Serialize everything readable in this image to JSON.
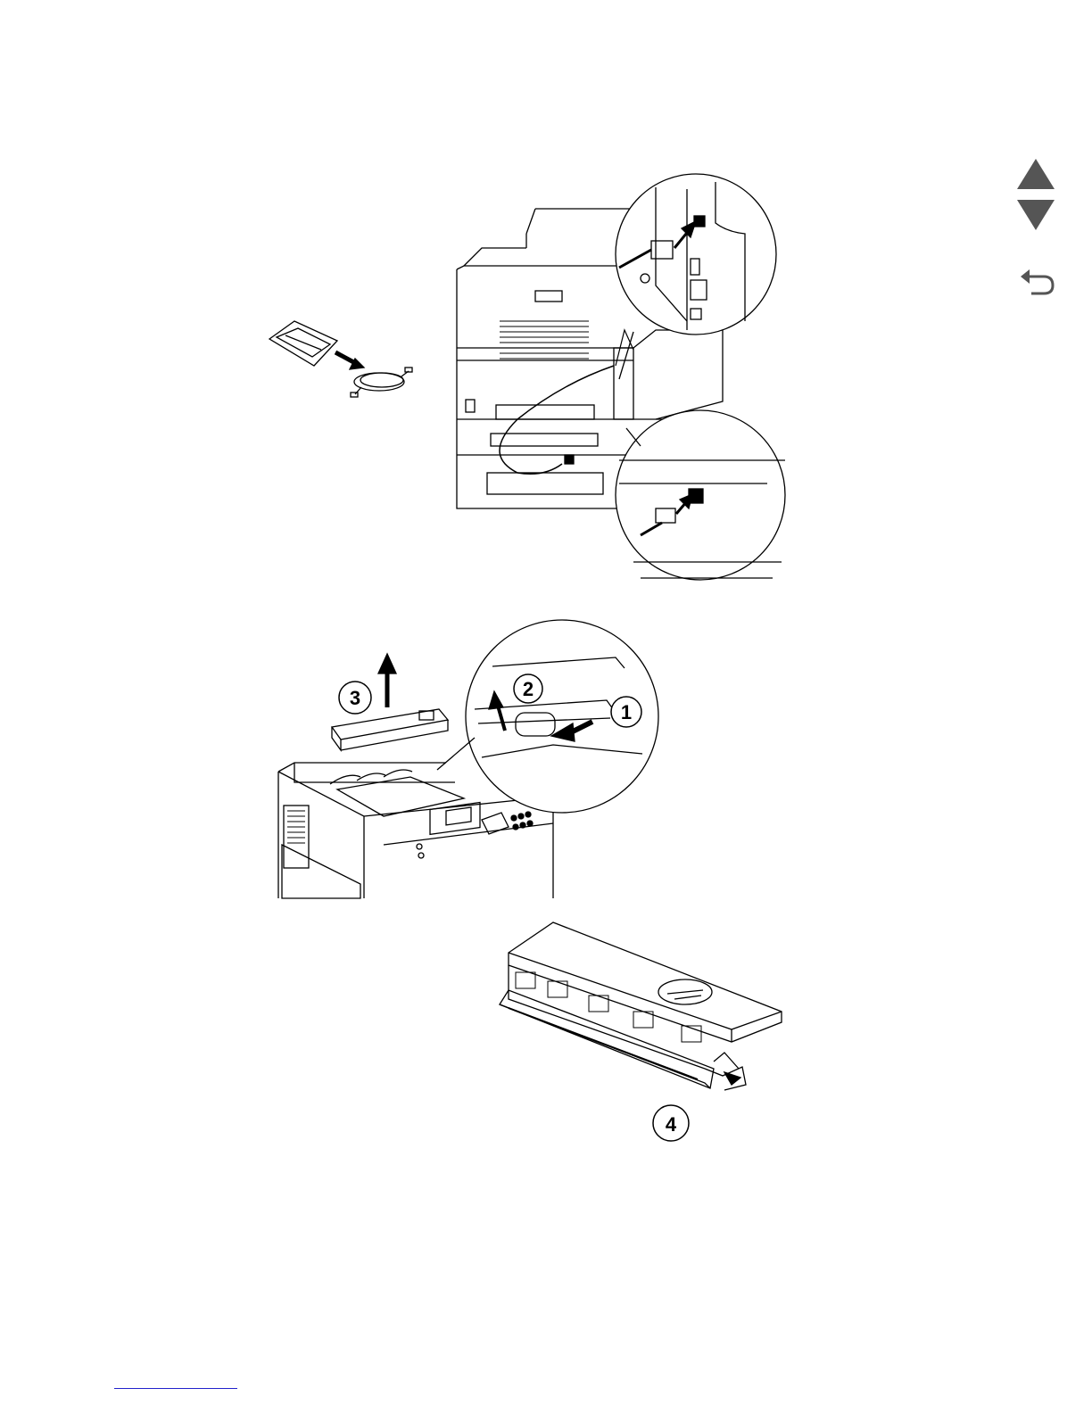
{
  "nav": {
    "prev_page_icon": "triangle-up-icon",
    "next_page_icon": "triangle-down-icon",
    "back_icon": "return-arrow-icon"
  },
  "figure1": {
    "description_icons": [
      "cable-bag",
      "cable",
      "printer-rear",
      "connector-detail-top",
      "connector-detail-bottom"
    ]
  },
  "figure2": {
    "callouts": [
      "3",
      "2",
      "1"
    ]
  },
  "figure3": {
    "callouts": [
      "4"
    ]
  }
}
